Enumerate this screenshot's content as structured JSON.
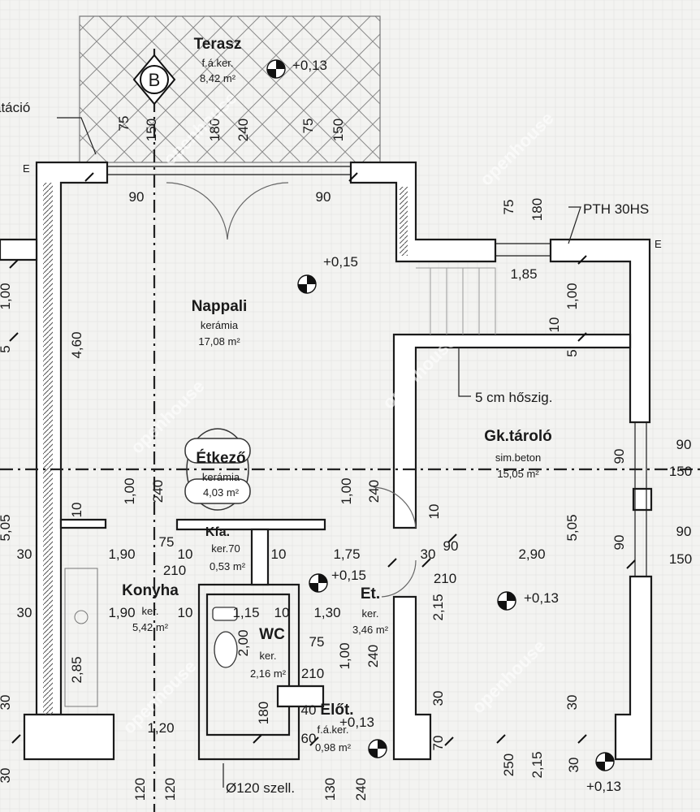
{
  "marker": {
    "section": "B"
  },
  "watermark": "openhouse",
  "rooms": {
    "terrace": {
      "name": "Terasz",
      "floor": "f.á.ker.",
      "area": "8,42 m²"
    },
    "living": {
      "name": "Nappali",
      "floor": "kerámia",
      "area": "17,08 m²"
    },
    "dining": {
      "name": "Étkező",
      "floor": "kerámia",
      "area": "4,03 m²"
    },
    "garage": {
      "name": "Gk.tároló",
      "floor": "sim.beton",
      "area": "15,05 m²"
    },
    "pantry": {
      "name": "Kfa.",
      "floor": "ker.70",
      "area": "0,53 m²"
    },
    "kitchen": {
      "name": "Konyha",
      "floor": "ker.",
      "area": "5,42 m²"
    },
    "wc": {
      "name": "WC",
      "floor": "ker.",
      "area": "2,16 m²"
    },
    "hall": {
      "name": "Et.",
      "floor": "ker.",
      "area": "3,46 m²"
    },
    "vestibule": {
      "name": "Előt.",
      "floor": "f.á.ker.",
      "area": "0,98 m²"
    }
  },
  "levels": {
    "terrace": "+0,13",
    "living": "+0,15",
    "hall": "+0,15",
    "garage": "+0,13",
    "vestibule": "+0,13",
    "outdoor": "+0,13"
  },
  "notes": {
    "installation": "atáció",
    "pth": "PTH 30HS",
    "insulation": "5 cm hőszig.",
    "vent": "Ø120 szell.",
    "e_mark": "E"
  },
  "dims": {
    "h_90": "90",
    "h_185": "1,85",
    "h_190": "1,90",
    "h_175": "1,75",
    "h_290": "2,90",
    "h_115": "1,15",
    "h_130": "1,30",
    "h_120": "1,20",
    "h_30": "30",
    "h_75": "75",
    "h_10": "10",
    "h_210": "210",
    "h_40": "40",
    "h_60": "60",
    "h_150": "150",
    "v_75": "75",
    "v_150": "150",
    "v_180": "180",
    "v_240": "240",
    "v_100": "1,00",
    "v_460": "4,60",
    "v_5": "5",
    "v_10": "10",
    "v_505": "5,05",
    "v_90": "90",
    "v_215": "2,15",
    "v_200": "2,00",
    "v_285": "2,85",
    "v_30": "30",
    "v_70": "70",
    "v_120": "120",
    "v_130": "130",
    "v_250": "250"
  }
}
